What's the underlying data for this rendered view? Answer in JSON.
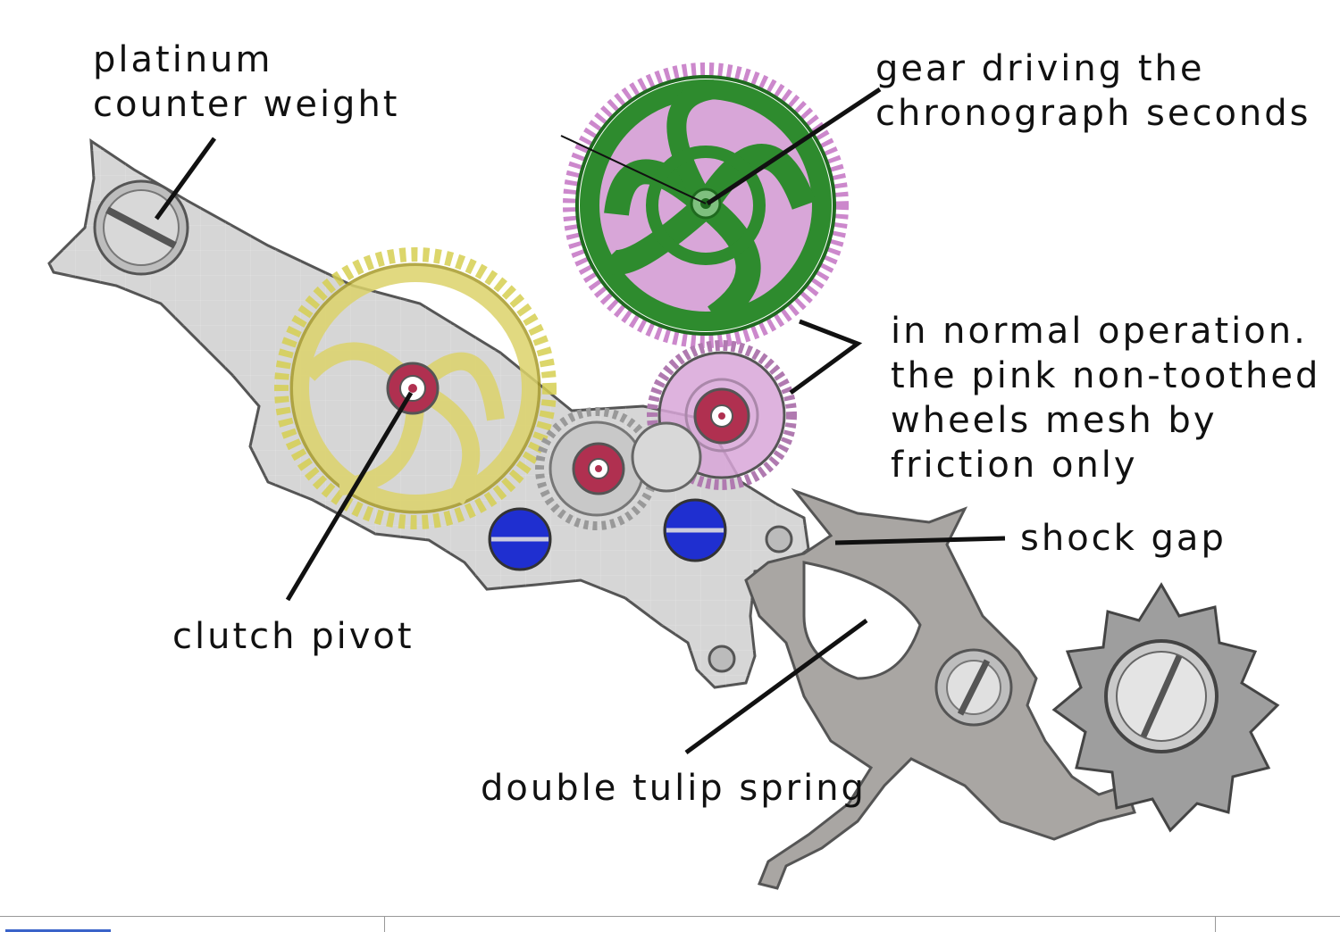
{
  "labels": {
    "counter_weight": "platinum\ncounter weight",
    "gear_driving": "gear driving the\nchronograph seconds",
    "normal_operation": "in normal operation.\nthe pink non-toothed\nwheels mesh by\nfriction only",
    "shock_gap": "shock gap",
    "clutch_pivot": "clutch pivot",
    "tulip_spring": "double tulip spring"
  },
  "colors": {
    "frame": "#cfcfcf",
    "frame_edge": "#555555",
    "yellow_gear": "#dcd36a",
    "green_gear": "#2e8b2e",
    "pink_wheel": "#d8a6d8",
    "ruby_jewel": "#b03050",
    "blue_screw": "#1f2fd0",
    "spring": "#a9a6a3"
  }
}
